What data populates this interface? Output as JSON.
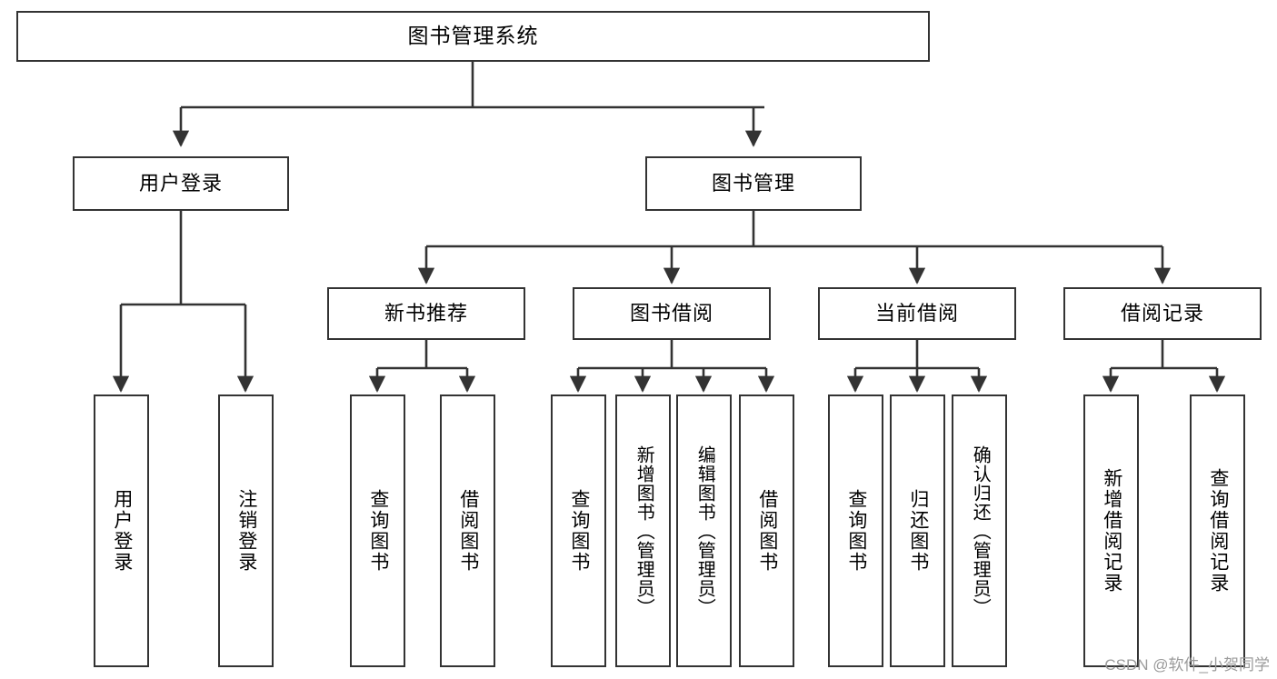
{
  "diagram": {
    "title": "图书管理系统",
    "type": "tree-hierarchy-chart",
    "root": {
      "label": "图书管理系统"
    },
    "level2": [
      {
        "label": "用户登录"
      },
      {
        "label": "图书管理"
      }
    ],
    "level3": [
      {
        "label": "新书推荐"
      },
      {
        "label": "图书借阅"
      },
      {
        "label": "当前借阅"
      },
      {
        "label": "借阅记录"
      }
    ],
    "leaves": {
      "user_login": [
        {
          "label": "用户登录"
        },
        {
          "label": "注销登录"
        }
      ],
      "new_book_recommend": [
        {
          "label": "查询图书"
        },
        {
          "label": "借阅图书"
        }
      ],
      "book_borrow": [
        {
          "label": "查询图书"
        },
        {
          "label": "新增图书（管理员）"
        },
        {
          "label": "编辑图书（管理员）"
        },
        {
          "label": "借阅图书"
        }
      ],
      "current_borrow": [
        {
          "label": "查询图书"
        },
        {
          "label": "归还图书"
        },
        {
          "label": "确认归还（管理员）"
        }
      ],
      "borrow_records": [
        {
          "label": "新增借阅记录"
        },
        {
          "label": "查询借阅记录"
        }
      ]
    }
  },
  "watermark": {
    "text": "CSDN @软件_小贺同学"
  },
  "colors": {
    "stroke": "#333333",
    "background": "#ffffff",
    "text": "#000000",
    "watermark": "#9b9b9b"
  }
}
